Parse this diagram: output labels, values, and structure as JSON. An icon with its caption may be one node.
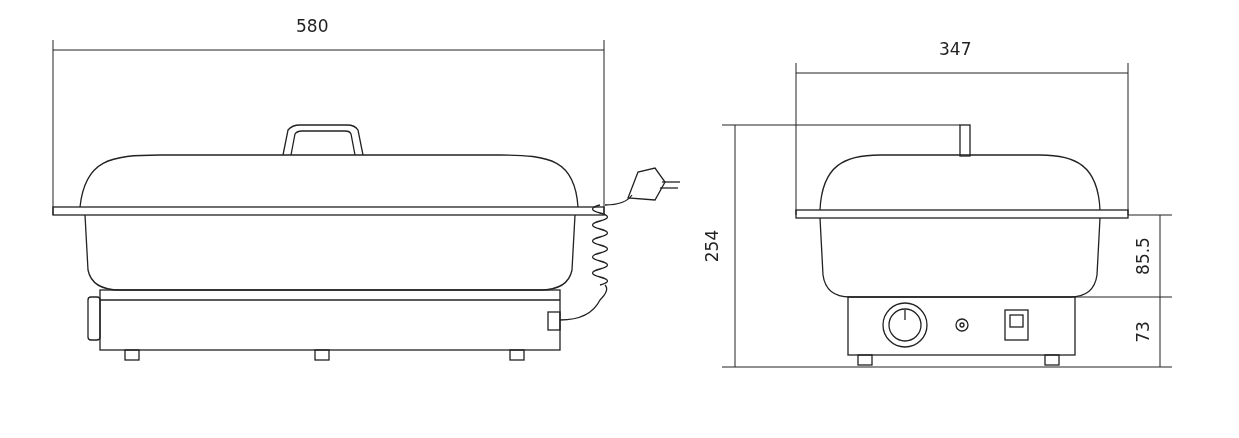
{
  "diagram": {
    "labels": [
      "580",
      "347",
      "254",
      "85.5",
      "73"
    ]
  }
}
